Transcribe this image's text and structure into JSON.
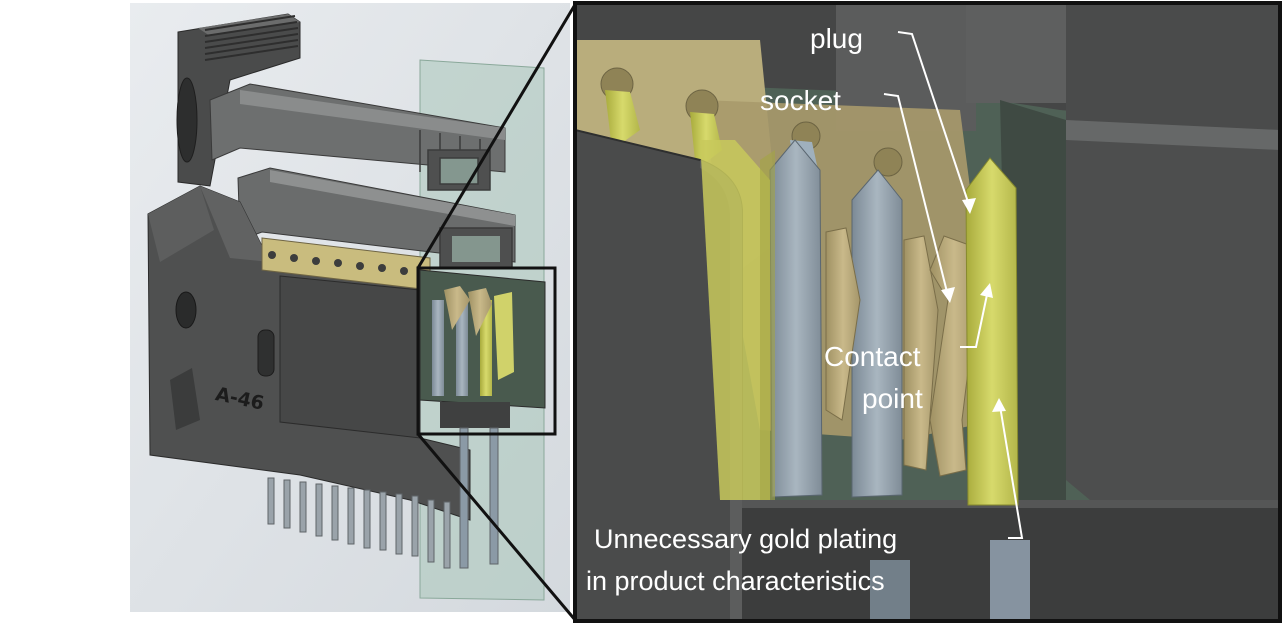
{
  "labels": {
    "plug": "plug",
    "socket": "socket",
    "contact_line1": "Contact",
    "contact_line2": "point",
    "note_line1": "Unnecessary gold plating",
    "note_line2": "in product characteristics"
  },
  "engraving": "A-46",
  "colors": {
    "background_left": "#dfe3e8",
    "body_gray": "#4e4f4f",
    "body_dark": "#3a3b3b",
    "gold_plating": "#c9cc5a",
    "socket_tan": "#b7a778",
    "blue_pin": "#8b9aa6",
    "transparent_panel": "#a9c7b9",
    "label_text": "#ffffff"
  }
}
